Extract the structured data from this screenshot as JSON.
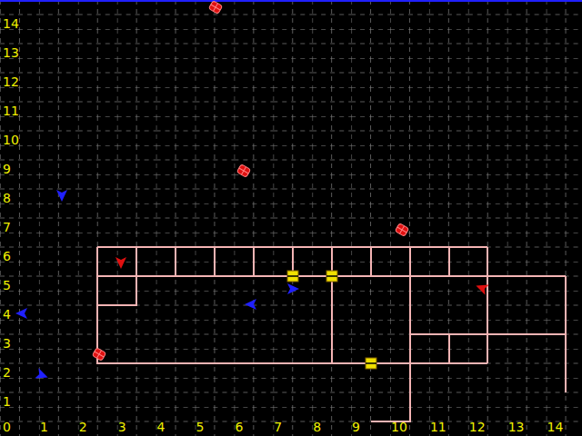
{
  "diagram": {
    "labels": [
      "0",
      "1",
      "2",
      "3",
      "4",
      "5",
      "6",
      "7",
      "8",
      "9",
      "10",
      "11",
      "12",
      "13",
      "14",
      "1",
      "2",
      "3",
      "4",
      "5",
      "6",
      "7",
      "8",
      "9",
      "10",
      "11",
      "12",
      "13",
      "14"
    ]
  }
}
